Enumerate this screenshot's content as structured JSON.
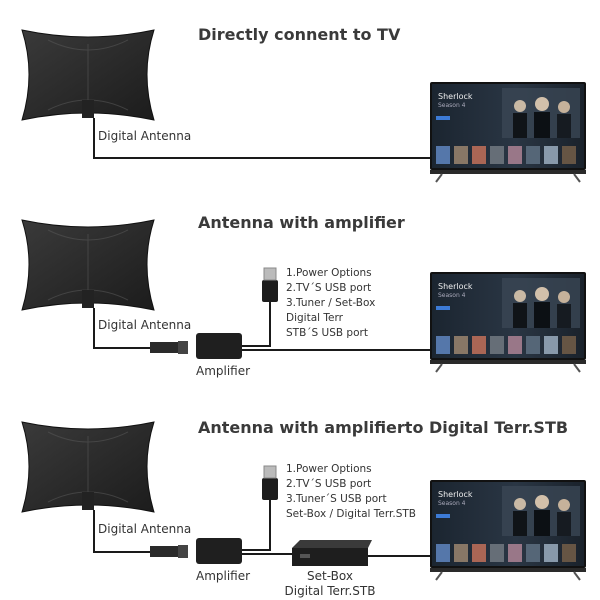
{
  "sections": [
    {
      "title": "Directly connent to TV",
      "antenna_label": "Digital Antenna",
      "tv": {
        "title": "Sherlock",
        "subtitle": "Season 4"
      }
    },
    {
      "title": "Antenna with amplifier",
      "antenna_label": "Digital Antenna",
      "amplifier_label": "Amplifier",
      "power_notes": [
        "1.Power Options",
        "2.TV´S USB port",
        "3.Tuner / Set-Box",
        "Digital Terr",
        "STB´S USB port"
      ],
      "tv": {
        "title": "Sherlock",
        "subtitle": "Season 4"
      }
    },
    {
      "title": "Antenna with amplifierto Digital Terr.STB",
      "antenna_label": "Digital Antenna",
      "amplifier_label": "Amplifier",
      "power_notes": [
        "1.Power Options",
        "2.TV´S USB port",
        "3.Tuner´S USB port",
        "Set-Box / Digital Terr.STB"
      ],
      "stb_label_lines": [
        "Set-Box",
        "Digital Terr.STB"
      ],
      "tv": {
        "title": "Sherlock",
        "subtitle": "Season 4"
      }
    }
  ],
  "icons": {
    "antenna": "flat-antenna-icon",
    "usb": "usb-plug-icon",
    "coax": "coax-connector-icon",
    "amplifier": "amplifier-box-icon",
    "stb": "set-top-box-icon",
    "tv": "television-icon"
  },
  "colors": {
    "antenna": "#2b2b2b",
    "cable": "#1a1a1a",
    "tv_screen": "#1e2a38",
    "accent": "#3d7bd6"
  }
}
